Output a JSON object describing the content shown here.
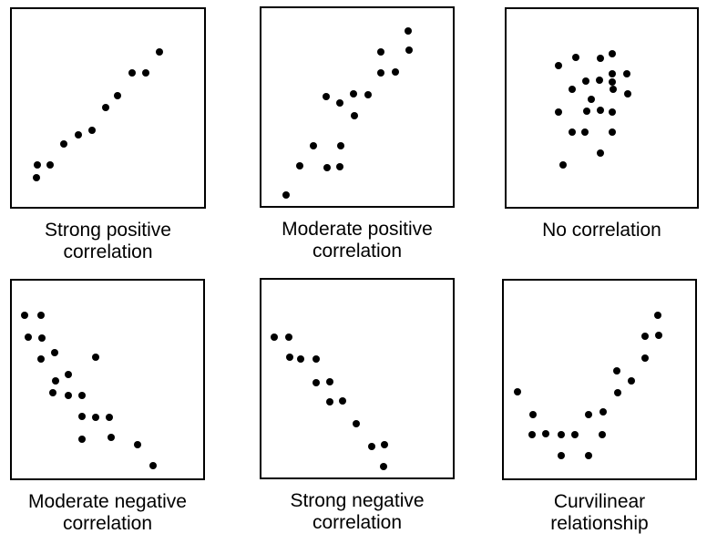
{
  "figure": {
    "description": "Six scatter plots illustrating types of correlation between two variables"
  },
  "colors": {
    "background": "#ffffff",
    "box_border": "#000000",
    "dot": "#000000",
    "label_text": "#000000"
  },
  "chart_data": [
    {
      "type": "scatter",
      "title": "Strong positive correlation",
      "label_lines": [
        "Strong positive",
        "correlation"
      ],
      "xlim": [
        0,
        100
      ],
      "ylim": [
        0,
        100
      ],
      "axes_shown": false,
      "grid": false,
      "points": [
        [
          12.6,
          14.7
        ],
        [
          13.1,
          21.0
        ],
        [
          20.0,
          21.0
        ],
        [
          27.2,
          31.7
        ],
        [
          34.6,
          36.4
        ],
        [
          41.5,
          38.9
        ],
        [
          48.9,
          50.3
        ],
        [
          55.1,
          56.4
        ],
        [
          62.4,
          67.7
        ],
        [
          69.6,
          67.7
        ],
        [
          76.7,
          78.3
        ]
      ]
    },
    {
      "type": "scatter",
      "title": "Moderate positive correlation",
      "label_lines": [
        "Moderate positive",
        "correlation"
      ],
      "xlim": [
        0,
        100
      ],
      "ylim": [
        0,
        100
      ],
      "axes_shown": false,
      "grid": false,
      "points": [
        [
          12.8,
          5.5
        ],
        [
          19.8,
          20.3
        ],
        [
          27.1,
          30.3
        ],
        [
          34.1,
          19.5
        ],
        [
          41.1,
          19.8
        ],
        [
          41.4,
          30.6
        ],
        [
          33.8,
          55.1
        ],
        [
          41.1,
          52.1
        ],
        [
          48.5,
          45.8
        ],
        [
          48.1,
          56.6
        ],
        [
          55.5,
          56.3
        ],
        [
          62.6,
          67.1
        ],
        [
          70.0,
          67.9
        ],
        [
          62.6,
          77.9
        ],
        [
          77.0,
          78.7
        ],
        [
          76.6,
          88.6
        ]
      ]
    },
    {
      "type": "scatter",
      "title": "No correlation",
      "label_lines": [
        "No correlation"
      ],
      "xlim": [
        0,
        100
      ],
      "ylim": [
        0,
        100
      ],
      "axes_shown": false,
      "grid": false,
      "points": [
        [
          36.5,
          75.7
        ],
        [
          49.2,
          75.3
        ],
        [
          55.7,
          77.5
        ],
        [
          27.2,
          71.2
        ],
        [
          55.7,
          67.4
        ],
        [
          63.2,
          67.4
        ],
        [
          41.6,
          63.7
        ],
        [
          48.7,
          64.1
        ],
        [
          55.4,
          63.2
        ],
        [
          34.6,
          59.4
        ],
        [
          56.0,
          59.6
        ],
        [
          63.8,
          57.3
        ],
        [
          44.7,
          54.6
        ],
        [
          27.2,
          48.1
        ],
        [
          41.9,
          48.6
        ],
        [
          49.2,
          48.9
        ],
        [
          55.7,
          48.1
        ],
        [
          34.3,
          38.0
        ],
        [
          41.3,
          38.0
        ],
        [
          55.4,
          38.0
        ],
        [
          49.2,
          27.0
        ],
        [
          29.6,
          21.4
        ]
      ]
    },
    {
      "type": "scatter",
      "title": "Moderate negative correlation",
      "label_lines": [
        "Moderate negative",
        "correlation"
      ],
      "xlim": [
        0,
        100
      ],
      "ylim": [
        0,
        100
      ],
      "axes_shown": false,
      "grid": false,
      "points": [
        [
          6.5,
          82.5
        ],
        [
          15.1,
          82.5
        ],
        [
          8.6,
          71.2
        ],
        [
          15.6,
          71.0
        ],
        [
          22.4,
          63.7
        ],
        [
          15.1,
          60.5
        ],
        [
          43.9,
          61.2
        ],
        [
          29.6,
          52.6
        ],
        [
          22.9,
          49.2
        ],
        [
          21.6,
          43.1
        ],
        [
          29.4,
          41.8
        ],
        [
          36.6,
          41.8
        ],
        [
          36.9,
          31.2
        ],
        [
          43.9,
          30.8
        ],
        [
          50.9,
          31.1
        ],
        [
          36.9,
          19.9
        ],
        [
          52.0,
          20.7
        ],
        [
          65.7,
          17.2
        ],
        [
          73.8,
          6.3
        ]
      ]
    },
    {
      "type": "scatter",
      "title": "Strong negative correlation",
      "label_lines": [
        "Strong negative",
        "correlation"
      ],
      "xlim": [
        0,
        100
      ],
      "ylim": [
        0,
        100
      ],
      "axes_shown": false,
      "grid": false,
      "points": [
        [
          6.9,
          70.9
        ],
        [
          14.2,
          71.0
        ],
        [
          14.6,
          60.8
        ],
        [
          20.6,
          59.7
        ],
        [
          28.6,
          59.7
        ],
        [
          28.6,
          47.7
        ],
        [
          35.7,
          48.3
        ],
        [
          35.7,
          38.1
        ],
        [
          42.4,
          38.6
        ],
        [
          49.7,
          27.1
        ],
        [
          57.5,
          15.8
        ],
        [
          64.2,
          16.7
        ],
        [
          63.7,
          5.7
        ]
      ]
    },
    {
      "type": "scatter",
      "title": "Curvilinear relationship",
      "label_lines": [
        "Curvilinear",
        "relationship"
      ],
      "xlim": [
        0,
        100
      ],
      "ylim": [
        0,
        100
      ],
      "axes_shown": false,
      "grid": false,
      "points": [
        [
          7.3,
          43.6
        ],
        [
          15.3,
          32.1
        ],
        [
          14.8,
          22.0
        ],
        [
          22.1,
          22.5
        ],
        [
          29.9,
          22.0
        ],
        [
          29.9,
          11.5
        ],
        [
          37.1,
          22.3
        ],
        [
          44.4,
          11.5
        ],
        [
          44.4,
          32.3
        ],
        [
          51.7,
          33.8
        ],
        [
          51.4,
          22.0
        ],
        [
          59.5,
          43.1
        ],
        [
          59.2,
          54.2
        ],
        [
          66.5,
          49.5
        ],
        [
          73.7,
          60.8
        ],
        [
          73.7,
          71.8
        ],
        [
          81.0,
          72.5
        ],
        [
          80.7,
          82.4
        ]
      ]
    }
  ]
}
